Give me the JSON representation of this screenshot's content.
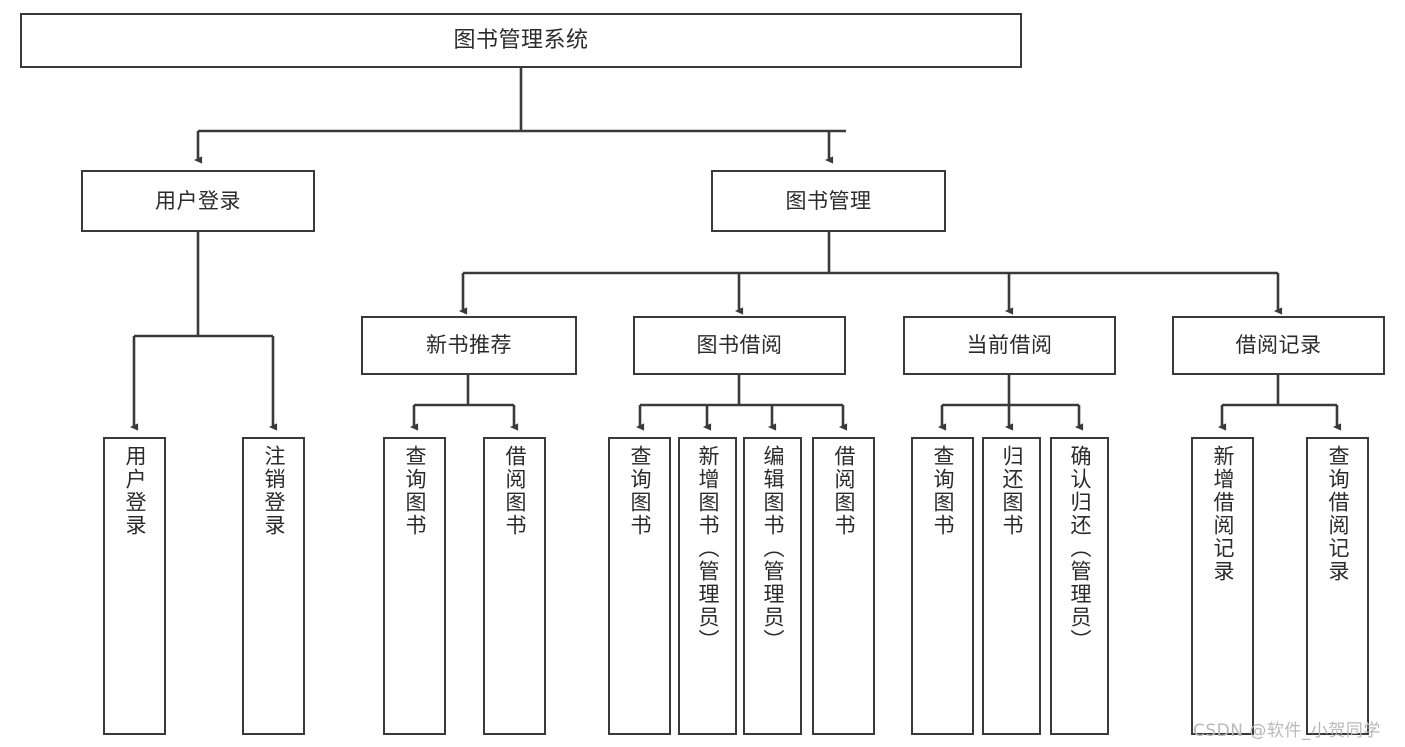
{
  "diagram": {
    "type": "tree",
    "title": "图书管理系统",
    "colors": {
      "background": "#ffffff",
      "node_border": "#3a3a3a",
      "node_fill": "#ffffff",
      "connector": "#3a3a3a",
      "text": "#2b2b2b",
      "watermark": "#b9b9b9"
    },
    "root": {
      "id": "root",
      "label": "图书管理系统",
      "orientation": "horizontal"
    },
    "level1": [
      {
        "id": "user-login",
        "label": "用户登录",
        "orientation": "horizontal"
      },
      {
        "id": "book-management",
        "label": "图书管理",
        "orientation": "horizontal"
      }
    ],
    "level2": [
      {
        "id": "new-book-recommend",
        "label": "新书推荐",
        "orientation": "horizontal",
        "parent": "book-management"
      },
      {
        "id": "book-borrow",
        "label": "图书借阅",
        "orientation": "horizontal",
        "parent": "book-management"
      },
      {
        "id": "current-borrow",
        "label": "当前借阅",
        "orientation": "horizontal",
        "parent": "book-management"
      },
      {
        "id": "borrow-record",
        "label": "借阅记录",
        "orientation": "horizontal",
        "parent": "book-management"
      }
    ],
    "leaves": [
      {
        "id": "leaf-user-login",
        "label": "用户登录",
        "parent": "user-login"
      },
      {
        "id": "leaf-user-logout",
        "label": "注销登录",
        "parent": "user-login"
      },
      {
        "id": "leaf-query-book-1",
        "label": "查询图书",
        "parent": "new-book-recommend"
      },
      {
        "id": "leaf-borrow-book-1",
        "label": "借阅图书",
        "parent": "new-book-recommend"
      },
      {
        "id": "leaf-query-book-2",
        "label": "查询图书",
        "parent": "book-borrow"
      },
      {
        "id": "leaf-add-book",
        "label": "新增图书（管理员）",
        "parent": "book-borrow"
      },
      {
        "id": "leaf-edit-book",
        "label": "编辑图书（管理员）",
        "parent": "book-borrow"
      },
      {
        "id": "leaf-borrow-book-2",
        "label": "借阅图书",
        "parent": "book-borrow"
      },
      {
        "id": "leaf-query-book-3",
        "label": "查询图书",
        "parent": "current-borrow"
      },
      {
        "id": "leaf-return-book",
        "label": "归还图书",
        "parent": "current-borrow"
      },
      {
        "id": "leaf-confirm-return",
        "label": "确认归还（管理员）",
        "parent": "current-borrow"
      },
      {
        "id": "leaf-add-record",
        "label": "新增借阅记录",
        "parent": "borrow-record"
      },
      {
        "id": "leaf-query-record",
        "label": "查询借阅记录",
        "parent": "borrow-record"
      }
    ],
    "watermark": "CSDN @软件_小贺同学"
  }
}
